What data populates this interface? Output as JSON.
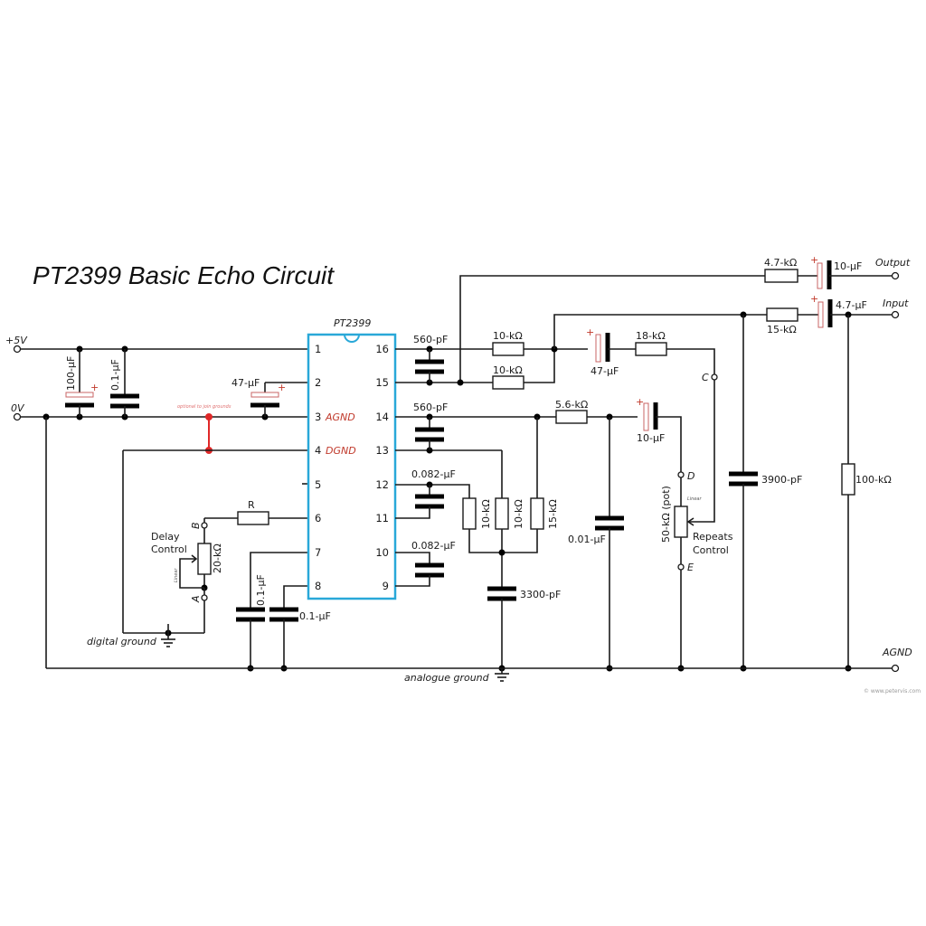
{
  "title": "PT2399 Basic Echo Circuit",
  "ic": {
    "name": "PT2399",
    "outline_color": "#29a8d8",
    "pins_left": [
      {
        "num": "1",
        "name": ""
      },
      {
        "num": "2",
        "name": ""
      },
      {
        "num": "3",
        "name": "AGND"
      },
      {
        "num": "4",
        "name": "DGND"
      },
      {
        "num": "5",
        "name": ""
      },
      {
        "num": "6",
        "name": ""
      },
      {
        "num": "7",
        "name": ""
      },
      {
        "num": "8",
        "name": ""
      }
    ],
    "pins_right": [
      {
        "num": "16"
      },
      {
        "num": "15"
      },
      {
        "num": "14"
      },
      {
        "num": "13"
      },
      {
        "num": "12"
      },
      {
        "num": "11"
      },
      {
        "num": "10"
      },
      {
        "num": "9"
      }
    ]
  },
  "terminals": {
    "plus5v": "+5V",
    "zero_v": "0V",
    "output": "Output",
    "input": "Input",
    "agnd": "AGND",
    "b": "B",
    "a": "A",
    "c": "C",
    "d": "D",
    "e": "E"
  },
  "components": {
    "c_100uf": "100-µF",
    "c_01uf_supply": "0.1-µF",
    "c_47uf_pin2": "47-µF",
    "c_560pf_a": "560-pF",
    "c_560pf_b": "560-pF",
    "c_0082uf_a": "0.082-µF",
    "c_0082uf_b": "0.082-µF",
    "c_01uf_pin7": "0.1-µF",
    "c_01uf_pin8": "0.1-µF",
    "r_10k_a": "10-kΩ",
    "r_10k_b": "10-kΩ",
    "c_47uf_fb": "47-µF",
    "r_18k": "18-kΩ",
    "r_5k6": "5.6-kΩ",
    "c_10uf_out": "10-µF",
    "r_10k_c": "10-kΩ",
    "r_10k_d": "10-kΩ",
    "r_15k_v": "15-kΩ",
    "c_3300pf": "3300-pF",
    "c_001uf": "0.01-µF",
    "pot_50k": "50-kΩ (pot)",
    "c_3900pf": "3900-pF",
    "r_4k7": "4.7-kΩ",
    "c_10uf_output": "10-µF",
    "r_15k_in": "15-kΩ",
    "c_4u7_in": "4.7-µF",
    "r_100k": "100-kΩ",
    "r_delay": "R",
    "pot_20k": "20-kΩ"
  },
  "labels": {
    "optional_join": "optional to join grounds",
    "delay_control_1": "Delay",
    "delay_control_2": "Control",
    "repeats_control_1": "Repeats",
    "repeats_control_2": "Control",
    "linear_a": "Linear",
    "linear_b": "Linear",
    "digital_ground": "digital ground",
    "analogue_ground": "analogue ground",
    "plus": "+",
    "watermark": "© www.petervis.com"
  },
  "colors": {
    "ic_outline": "#29a8d8",
    "ground_link": "#e02828",
    "pin_name": "#c0392b",
    "polarity": "#c0392b"
  }
}
